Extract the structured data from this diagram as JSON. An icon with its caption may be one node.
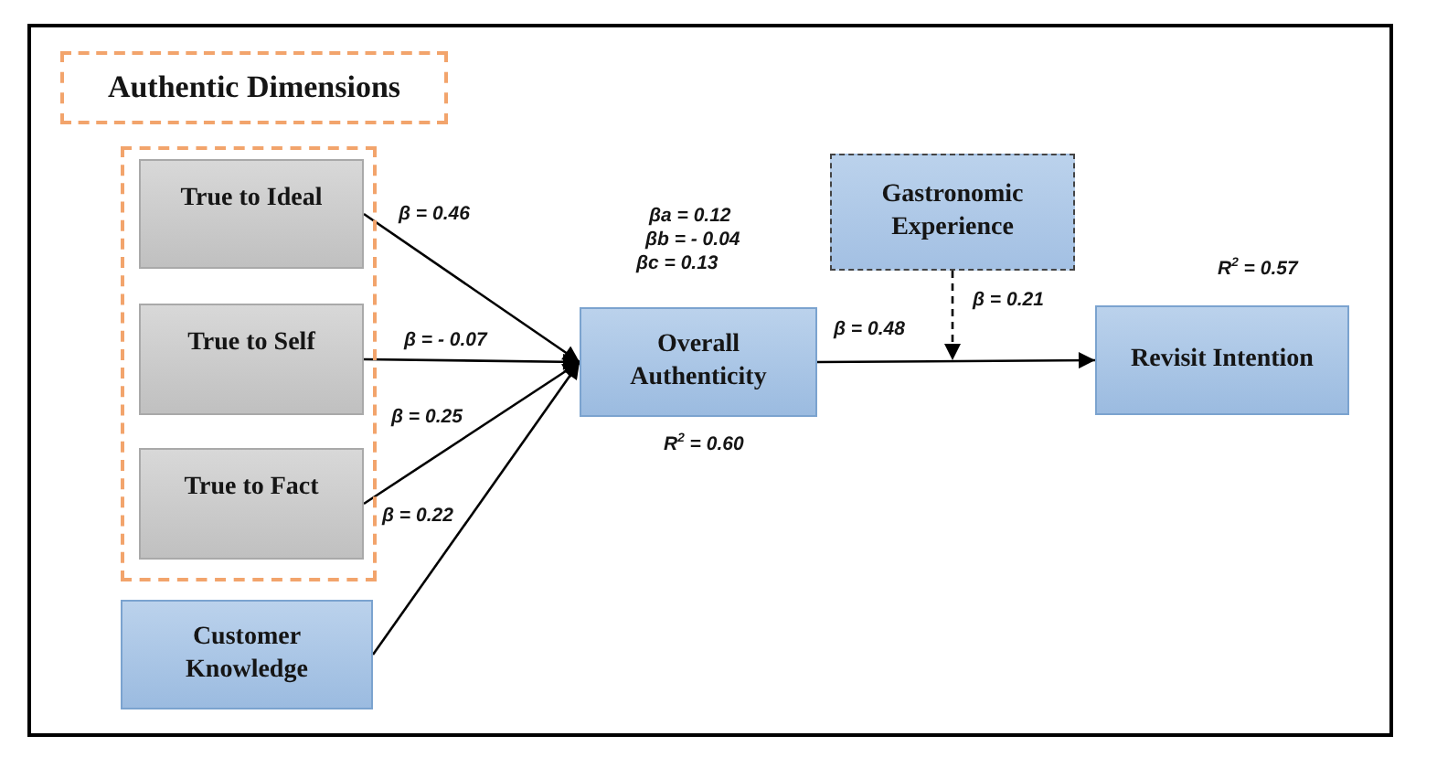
{
  "diagram": {
    "nodes": [
      {
        "text": [
          "Authentic Dimensions"
        ]
      },
      {
        "text": [],
        "shape": "box"
      },
      {
        "text": [
          "True to Ideal"
        ],
        "in": 1
      },
      {
        "text": [
          "True to Self"
        ],
        "in": 1
      },
      {
        "text": [
          "True to Fact"
        ],
        "in": 1
      },
      {
        "text": [
          "Customer Knowledge"
        ]
      },
      {
        "text": [
          "Overall Authenticity"
        ],
        "beside": [
          "R$^{2}$ = 0.60"
        ]
      },
      {
        "text": [
          "Gastronomic Experience"
        ]
      },
      {
        "text": [
          "Revisit Intention"
        ],
        "beside": [
          "R$^{2}$ = 0.57"
        ]
      }
    ],
    "edges": [
      {
        "from": 2,
        "to": 6,
        "arrow": "to",
        "label": "β = 0.46"
      },
      {
        "from": 3,
        "to": 6,
        "arrow": "to",
        "label": "β = - 0.07"
      },
      {
        "from": 4,
        "to": 6,
        "arrow": "to",
        "label": "β = 0.25"
      },
      {
        "from": 5,
        "to": 6,
        "arrow": "to",
        "label": "β = 0.22"
      },
      {
        "from": 6,
        "to": 8,
        "arrow": "to",
        "label": "β = 0.48"
      },
      {
        "from": 7,
        "to": null,
        "arrow": "to",
        "label": "β = 0.21",
        "style": "dashed"
      }
    ],
    "labels": [
      "βa = 0.12",
      "βb = - 0.04",
      "βc = 0.13"
    ]
  }
}
